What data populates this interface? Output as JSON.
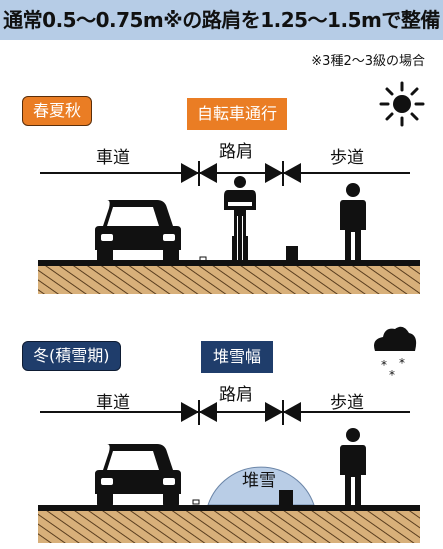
{
  "title": "通常0.5～0.75m※の路肩を1.25～1.5mで整備",
  "note": "※3種2～3級の場合",
  "summer": {
    "season_label": "春夏秋",
    "function_label": "自転車通行",
    "lanes": {
      "road": "車道",
      "shoulder": "路肩",
      "sidewalk": "歩道"
    }
  },
  "winter": {
    "season_label": "冬(積雪期)",
    "function_label": "堆雪幅",
    "snow_pile_label": "堆雪",
    "lanes": {
      "road": "車道",
      "shoulder": "路肩",
      "sidewalk": "歩道"
    }
  },
  "icons": {
    "summer_weather": "sun-icon",
    "winter_weather": "snow-cloud-icon",
    "vehicle": "car-icon",
    "bicycle": "cyclist-icon",
    "pedestrian": "pedestrian-icon"
  },
  "colors": {
    "header": "#b6cce6",
    "summer_accent": "#ea7d24",
    "winter_accent": "#1f3d6b",
    "snow": "#b9cde6"
  }
}
